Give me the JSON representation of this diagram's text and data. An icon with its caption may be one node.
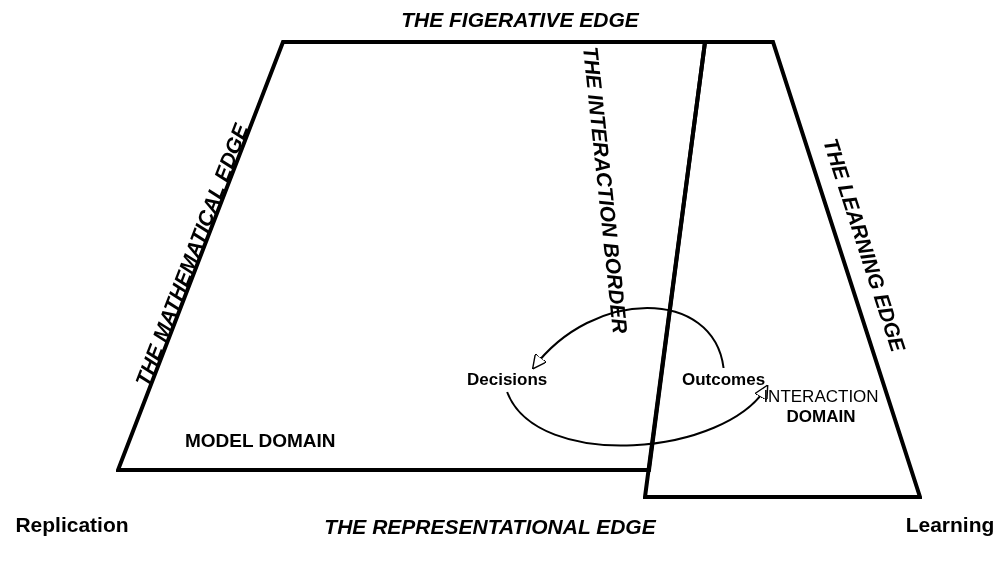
{
  "diagram": {
    "nodes": [
      {
        "text": [
          "MODEL DOMAIN"
        ]
      },
      {
        "text": [
          "INTERACTION **DOMAIN**"
        ]
      },
      {
        "text": [
          "Decisions"
        ],
        "in": 0
      },
      {
        "text": [
          "Outcomes"
        ],
        "in": 1
      }
    ],
    "edges": [
      {
        "from": 3,
        "to": 2,
        "arrow": "to"
      },
      {
        "from": 2,
        "to": 3,
        "arrow": "to"
      }
    ],
    "labels": [
      "THE FIGERATIVE EDGE",
      "THE MATHEMATICAL EDGE",
      "THE INTERACTION BORDER",
      "THE LEARNING EDGE",
      "Replication",
      "THE REPRESENTATIONAL EDGE",
      "Learning"
    ]
  }
}
